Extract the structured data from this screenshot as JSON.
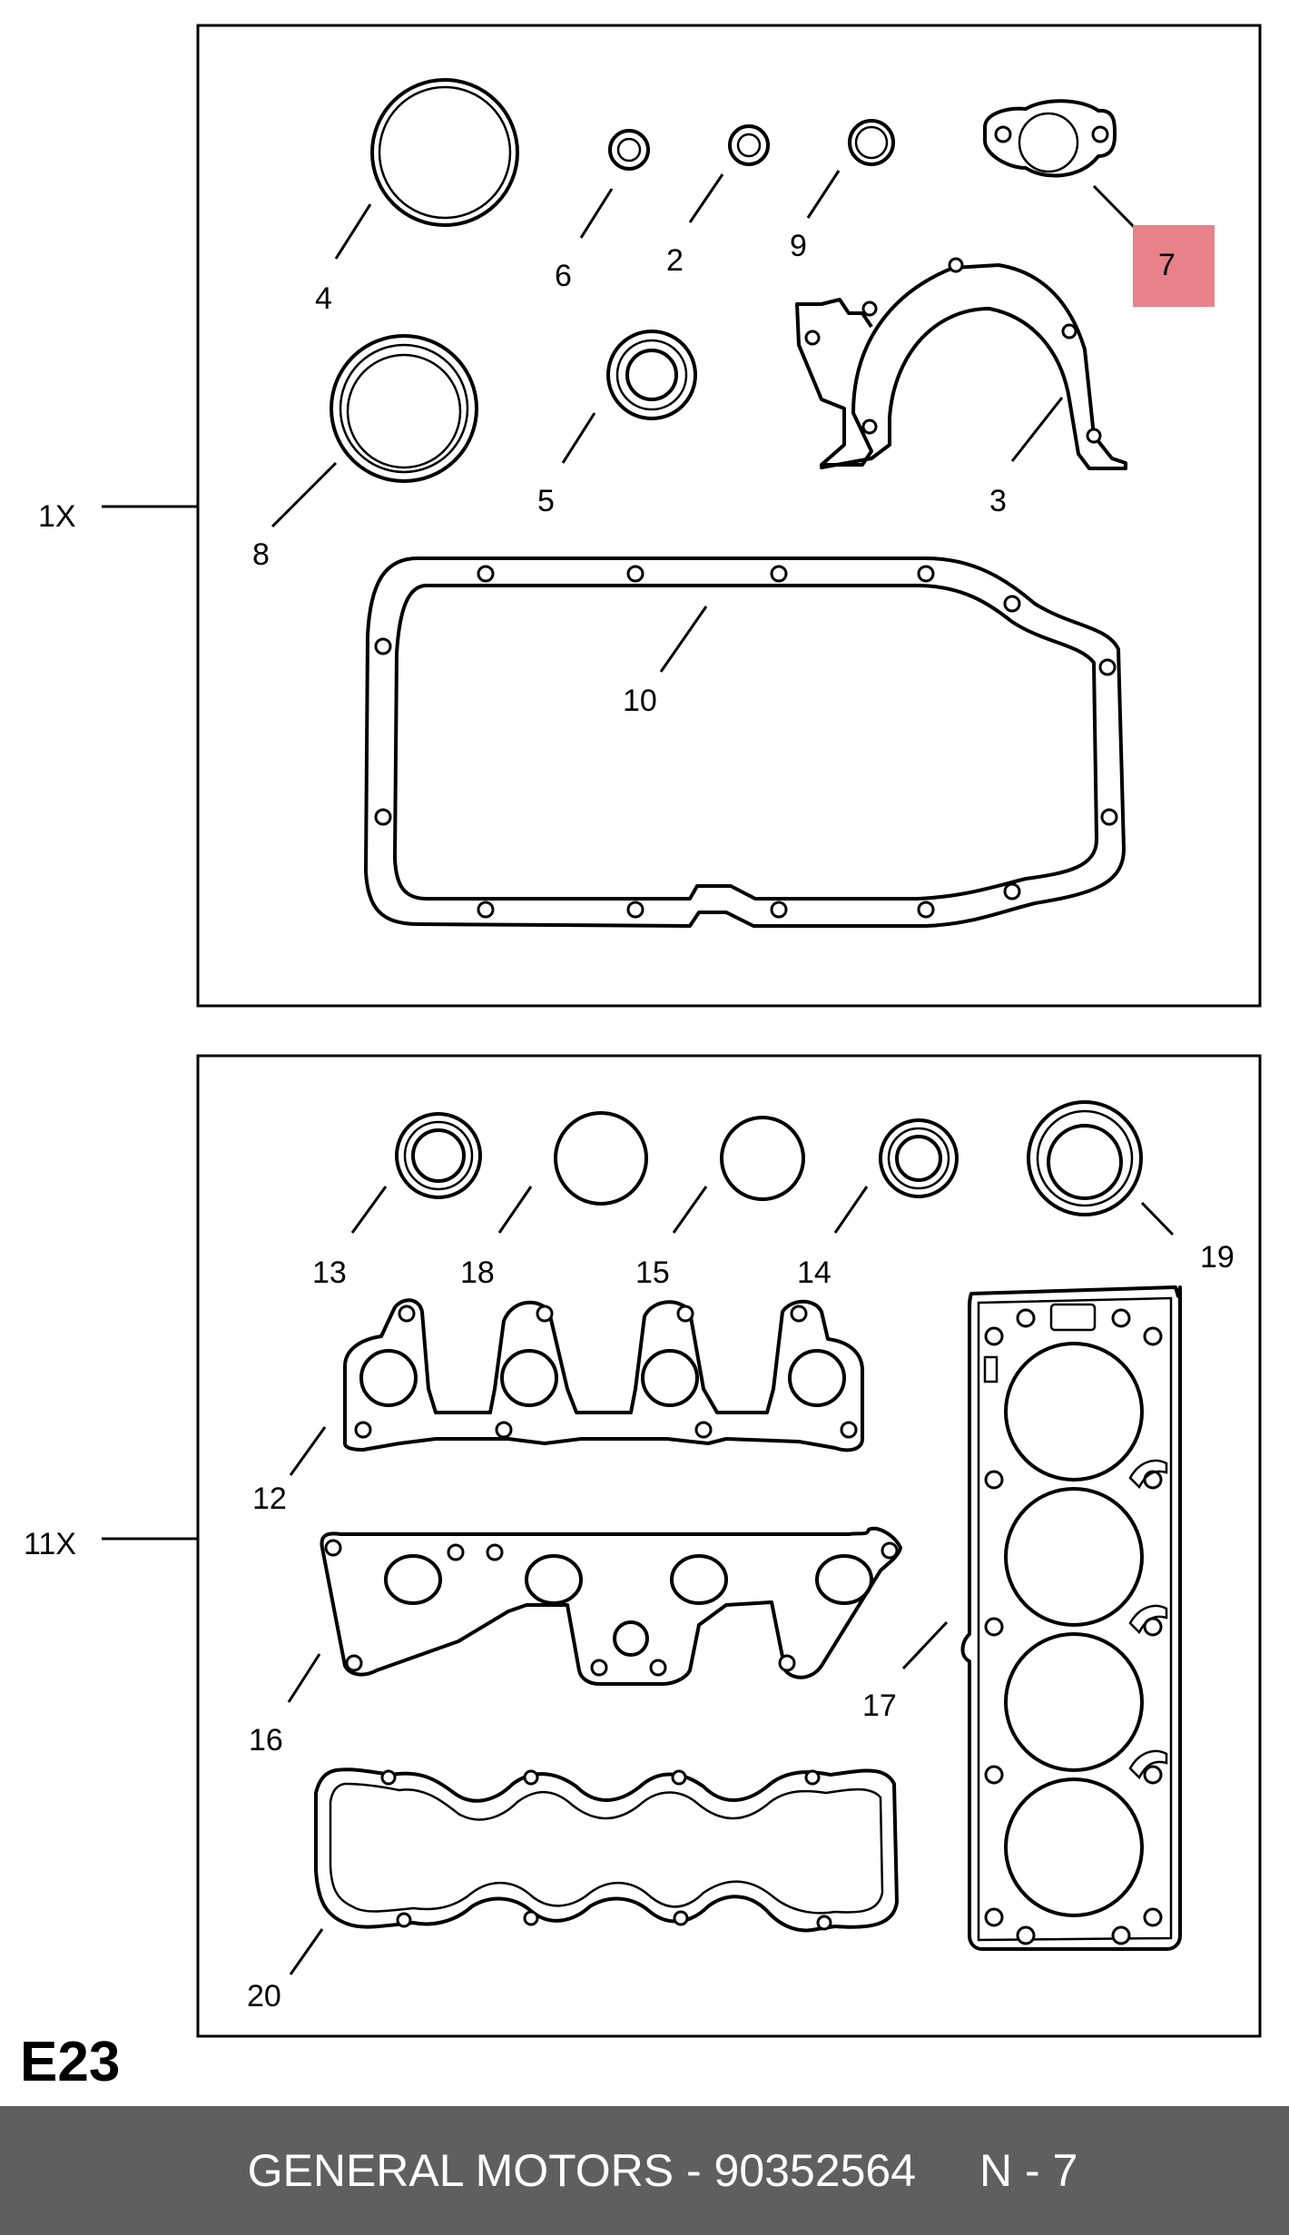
{
  "groups": [
    {
      "label": "1X"
    },
    {
      "label": "11X"
    }
  ],
  "callouts": [
    "4",
    "6",
    "2",
    "9",
    "7",
    "8",
    "5",
    "3",
    "10",
    "13",
    "18",
    "15",
    "14",
    "19",
    "12",
    "17",
    "16",
    "20"
  ],
  "highlight": {
    "label": "7",
    "color": "#e8818a"
  },
  "page_code": "E23",
  "footer": {
    "brand_part": "GENERAL MOTORS - 90352564",
    "page": "N - 7",
    "background": "#5f5f5f"
  }
}
